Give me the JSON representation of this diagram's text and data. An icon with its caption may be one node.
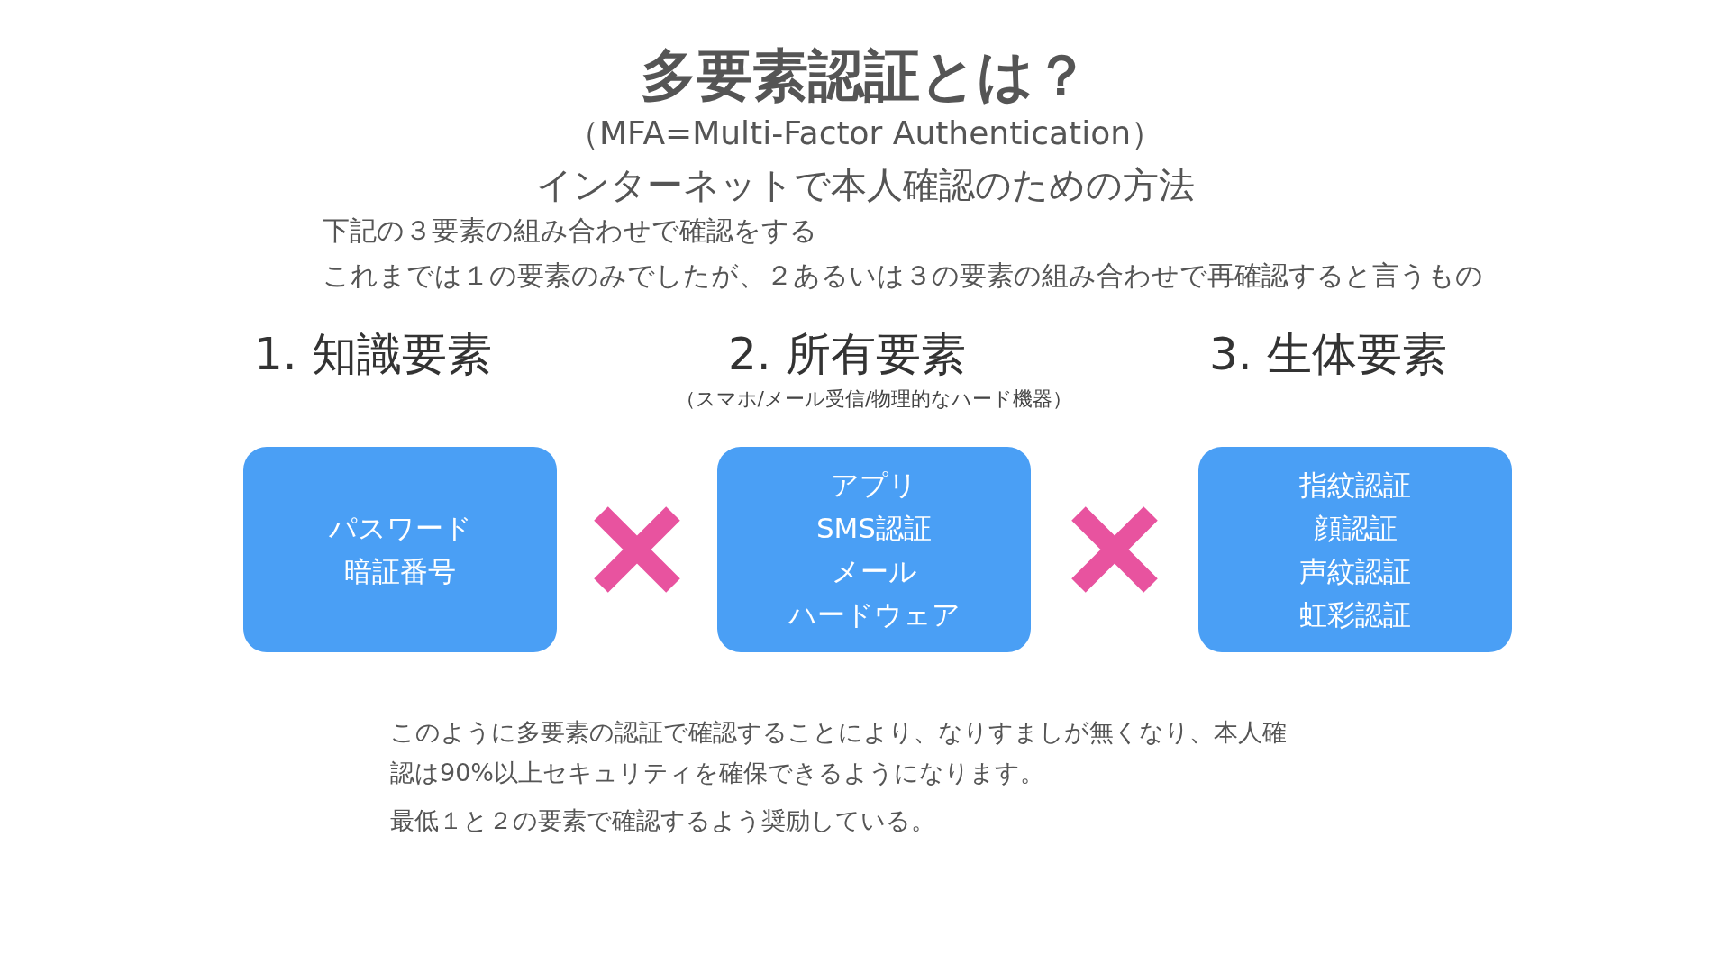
{
  "diagram": {
    "title": "多要素認証とは？",
    "nodes": [
      {
        "text": [
          "1. 知識要素",
          "パスワード",
          "暗証番号"
        ]
      },
      {
        "text": [
          "2. 所有要素",
          "（スマホ/メール受信/物理的なハード機器）",
          "アプリ",
          "SMS認証",
          "メール",
          "ハードウェア"
        ]
      },
      {
        "text": [
          "3. 生体要素",
          "指紋認証",
          "顔認証",
          "声紋認証",
          "虹彩認証"
        ]
      }
    ],
    "edges": [],
    "labels": [
      "（MFA=Multi-Factor Authentication）",
      "インターネットで本人確認のための方法",
      "下記の３要素の組み合わせで確認をする",
      "これまでは１の要素のみでしたが、２あるいは３の要素の組み合わせで再確認すると言うもの",
      "このように多要素の認証で確認することにより、なりすましが無くなり、本人確認は90%以上セキュリティを確保できるようになります。",
      "最低１と２の要素で確認するよう奨励している。"
    ]
  }
}
